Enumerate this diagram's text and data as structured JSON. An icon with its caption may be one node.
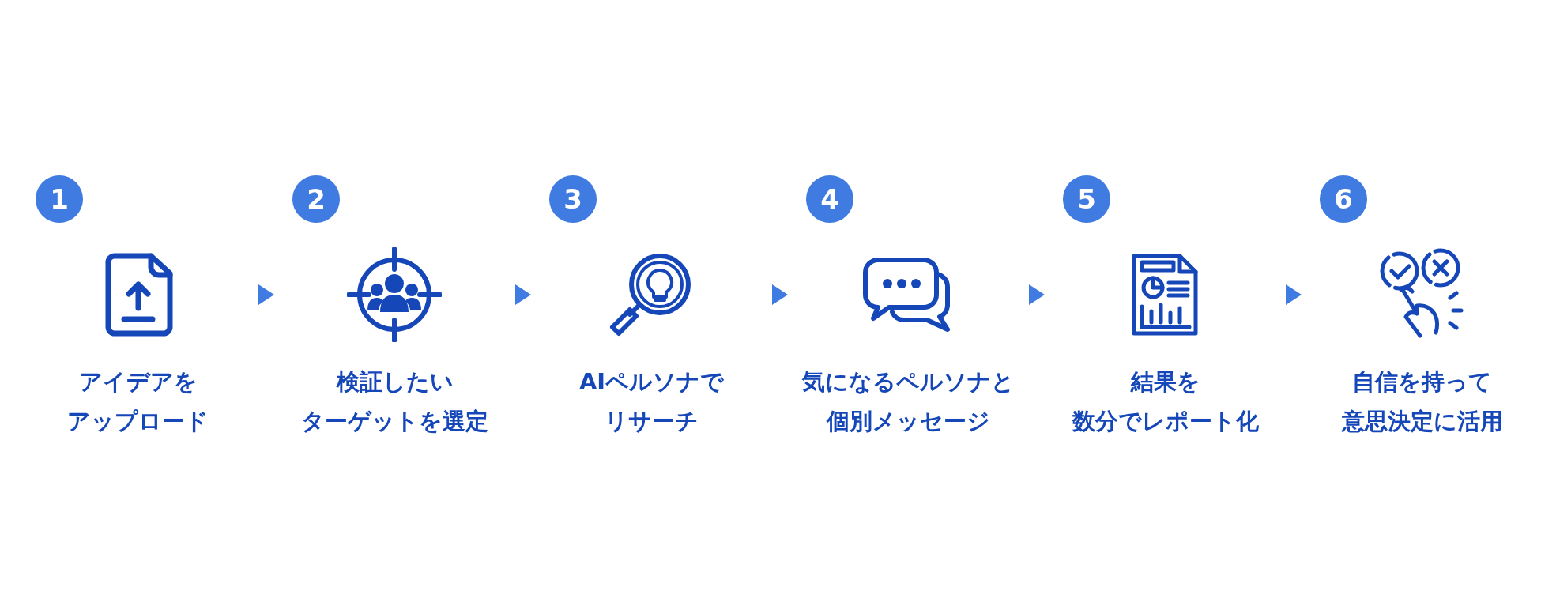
{
  "diagram": {
    "nodes": [
      {
        "text": [
          "1",
          "アイデアをアップロード"
        ]
      },
      {
        "text": [
          "2",
          "検証したいターゲットを選定"
        ]
      },
      {
        "text": [
          "3",
          "AIペルソナでリサーチ"
        ]
      },
      {
        "text": [
          "4",
          "気になるペルソナと個別メッセージ"
        ]
      },
      {
        "text": [
          "5",
          "結果を数分でレポート化"
        ]
      },
      {
        "text": [
          "6",
          "自信を持って意思決定に活用"
        ]
      }
    ],
    "edges": [
      {
        "from": 0,
        "to": 1,
        "arrow": "to"
      },
      {
        "from": 1,
        "to": 2,
        "arrow": "to"
      },
      {
        "from": 2,
        "to": 3,
        "arrow": "to"
      },
      {
        "from": 3,
        "to": 4,
        "arrow": "to"
      },
      {
        "from": 4,
        "to": 5,
        "arrow": "to"
      }
    ]
  }
}
